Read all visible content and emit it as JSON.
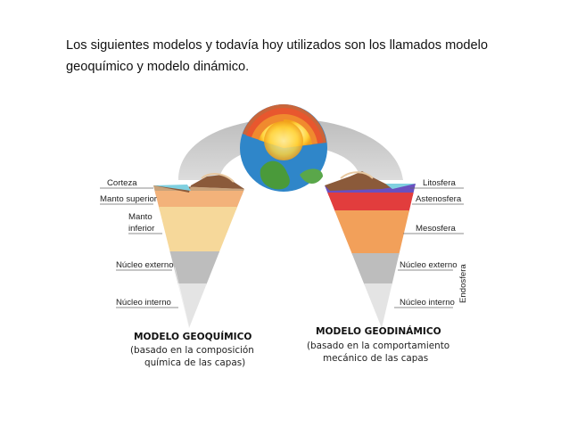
{
  "intro_text": "Los siguientes modelos y todavía hoy utilizados son los llamados modelo geoquímico y modelo dinámico.",
  "left_model": {
    "labels": {
      "corteza": "Corteza",
      "manto_superior": "Manto superior",
      "manto_inferior_1": "Manto",
      "manto_inferior_2": "inferior",
      "nucleo_externo": "Núcleo externo",
      "nucleo_interno": "Núcleo interno"
    },
    "title": "MODELO GEOQUÍMICO",
    "subtitle_1": "(basado en la composición",
    "subtitle_2": "química de las capas)"
  },
  "right_model": {
    "labels": {
      "litosfera": "Litosfera",
      "astenosfera": "Astenosfera",
      "mesosfera": "Mesosfera",
      "nucleo_externo": "Núcleo externo",
      "nucleo_interno": "Núcleo interno",
      "endosfera": "Endosfera"
    },
    "title": "MODELO GEODINÁMICO",
    "subtitle_1": "(basado en la comportamiento",
    "subtitle_2": "mecánico de las capas"
  },
  "colors": {
    "arch": "#c8c8c8",
    "crust": "#c9a27a",
    "upper_mantle": "#f3b27a",
    "lower_mantle": "#f6d89a",
    "outer_core": "#bdbdbd",
    "inner_core": "#e4e4e4",
    "lithosphere": "#6a50c0",
    "asthenosphere": "#e23d3d",
    "mesosphere": "#f2a05a",
    "ocean": "#7fd0e0",
    "globe_ocean": "#2f86c9"
  }
}
